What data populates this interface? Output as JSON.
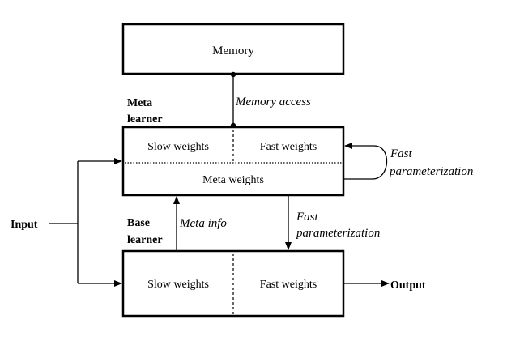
{
  "memory": {
    "label": "Memory"
  },
  "meta_learner": {
    "label_line1": "Meta",
    "label_line2": "learner",
    "slow_weights": "Slow weights",
    "fast_weights": "Fast weights",
    "meta_weights": "Meta weights"
  },
  "base_learner": {
    "label_line1": "Base",
    "label_line2": "learner",
    "slow_weights": "Slow weights",
    "fast_weights": "Fast weights"
  },
  "annotations": {
    "memory_access": "Memory access",
    "fast_param_loop_line1": "Fast",
    "fast_param_loop_line2": "parameterization",
    "fast_param_down_line1": "Fast",
    "fast_param_down_line2": "parameterization",
    "meta_info": "Meta info"
  },
  "io": {
    "input": "Input",
    "output": "Output"
  }
}
